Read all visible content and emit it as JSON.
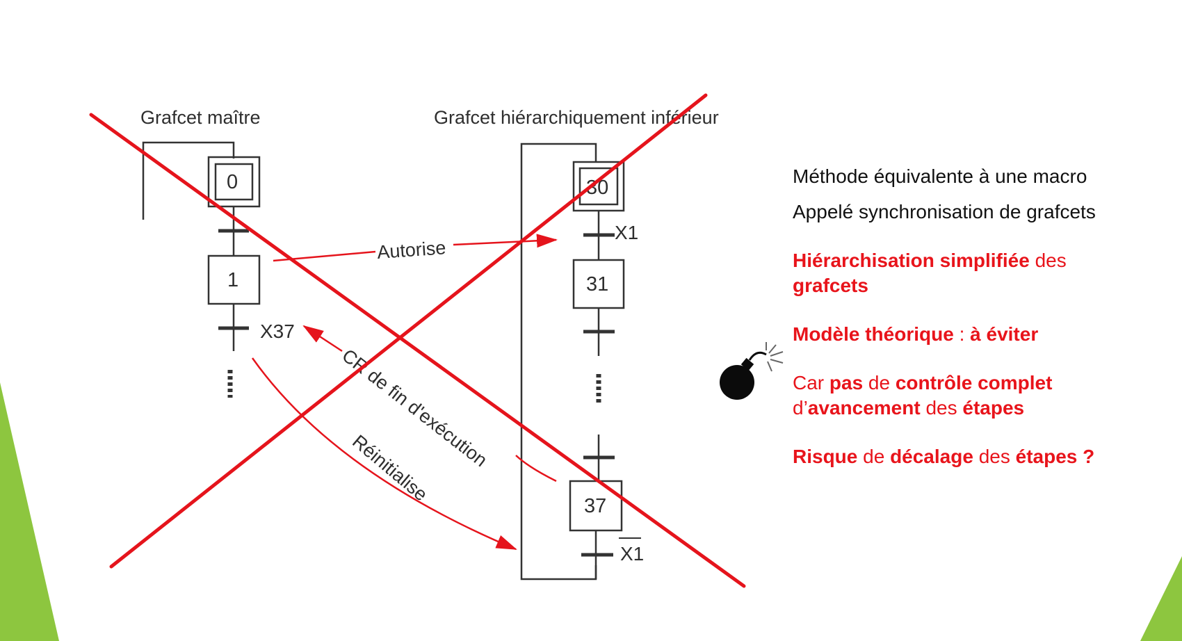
{
  "diagram": {
    "master_title": "Grafcet maître",
    "sub_title": "Grafcet hiérarchiquement inférieur",
    "master_steps": [
      "0",
      "1"
    ],
    "master_condition": "X37",
    "sub_steps": [
      "30",
      "31",
      "37"
    ],
    "sub_condition_1": "X1",
    "sub_condition_2": "X1",
    "arrow_autorise": "Autorise",
    "arrow_cr": "CR de fin d'exécution",
    "arrow_reinit": "Réinitialise"
  },
  "notes": {
    "line1": "Méthode équivalente à une macro",
    "line2": "Appelé synchronisation de grafcets",
    "item1": {
      "b1": "Hiérarchisation simplifiée",
      "t1": " des ",
      "b2": "grafcets"
    },
    "item2": {
      "b1": "Modèle théorique",
      "t1": " : ",
      "b2": "à éviter"
    },
    "item3": {
      "t0": "Car ",
      "b1": "pas",
      "t1": " de ",
      "b2": "contrôle complet",
      "t2": "d’",
      "b3": "avancement",
      "t3": " des ",
      "b4": "étapes"
    },
    "item4": {
      "b1": "Risque",
      "t1": " de ",
      "b2": "décalage",
      "t2": " des ",
      "b3": "étapes ?"
    }
  },
  "colors": {
    "accent_red": "#e8141b",
    "green_decor": "#8dc63f",
    "cross_red": "#e5141c"
  },
  "icons": {
    "warning": "bomb-icon"
  }
}
